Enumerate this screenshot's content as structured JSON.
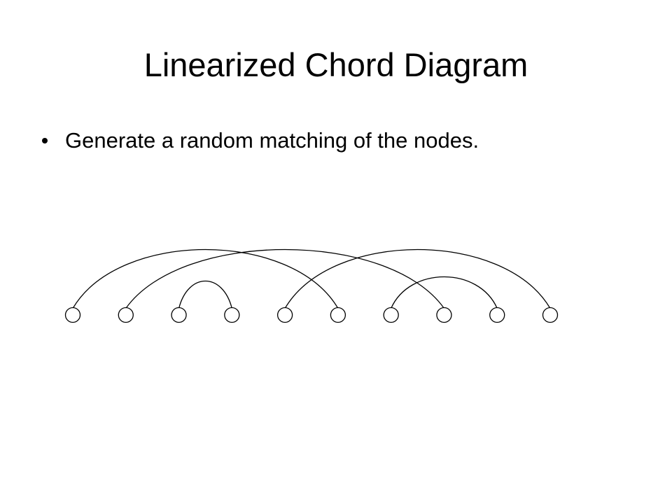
{
  "slide": {
    "title": "Linearized Chord Diagram",
    "bullets": [
      "Generate a random matching of the nodes."
    ]
  },
  "diagram": {
    "node_count": 10,
    "matching": [
      [
        1,
        6
      ],
      [
        2,
        8
      ],
      [
        3,
        4
      ],
      [
        5,
        10
      ],
      [
        7,
        9
      ]
    ],
    "colors": {
      "stroke": "#000000",
      "node_fill": "#ffffff"
    }
  }
}
